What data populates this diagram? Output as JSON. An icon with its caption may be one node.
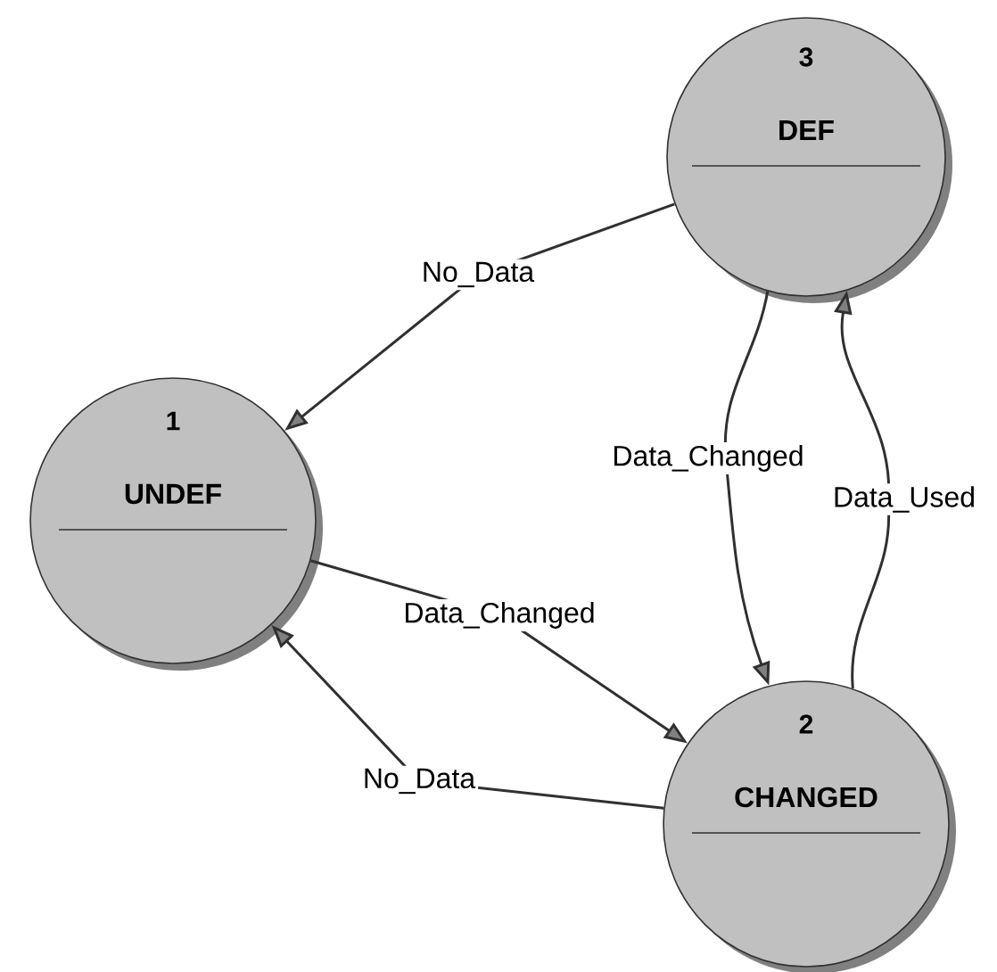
{
  "diagram": {
    "nodes": [
      {
        "text": [
          "3",
          "DEF"
        ]
      },
      {
        "text": [
          "1",
          "UNDEF"
        ]
      },
      {
        "text": [
          "2",
          "CHANGED"
        ]
      }
    ],
    "edges": [
      {
        "from": 0,
        "to": 1,
        "arrow": "to",
        "label": "No_Data"
      },
      {
        "from": 0,
        "to": 2,
        "arrow": "to",
        "label": "Data_Changed"
      },
      {
        "from": 2,
        "to": 0,
        "arrow": "to",
        "label": "Data_Used"
      },
      {
        "from": 1,
        "to": 2,
        "arrow": "to",
        "label": "Data_Changed"
      },
      {
        "from": 2,
        "to": 1,
        "arrow": "to",
        "label": "No_Data"
      }
    ]
  }
}
